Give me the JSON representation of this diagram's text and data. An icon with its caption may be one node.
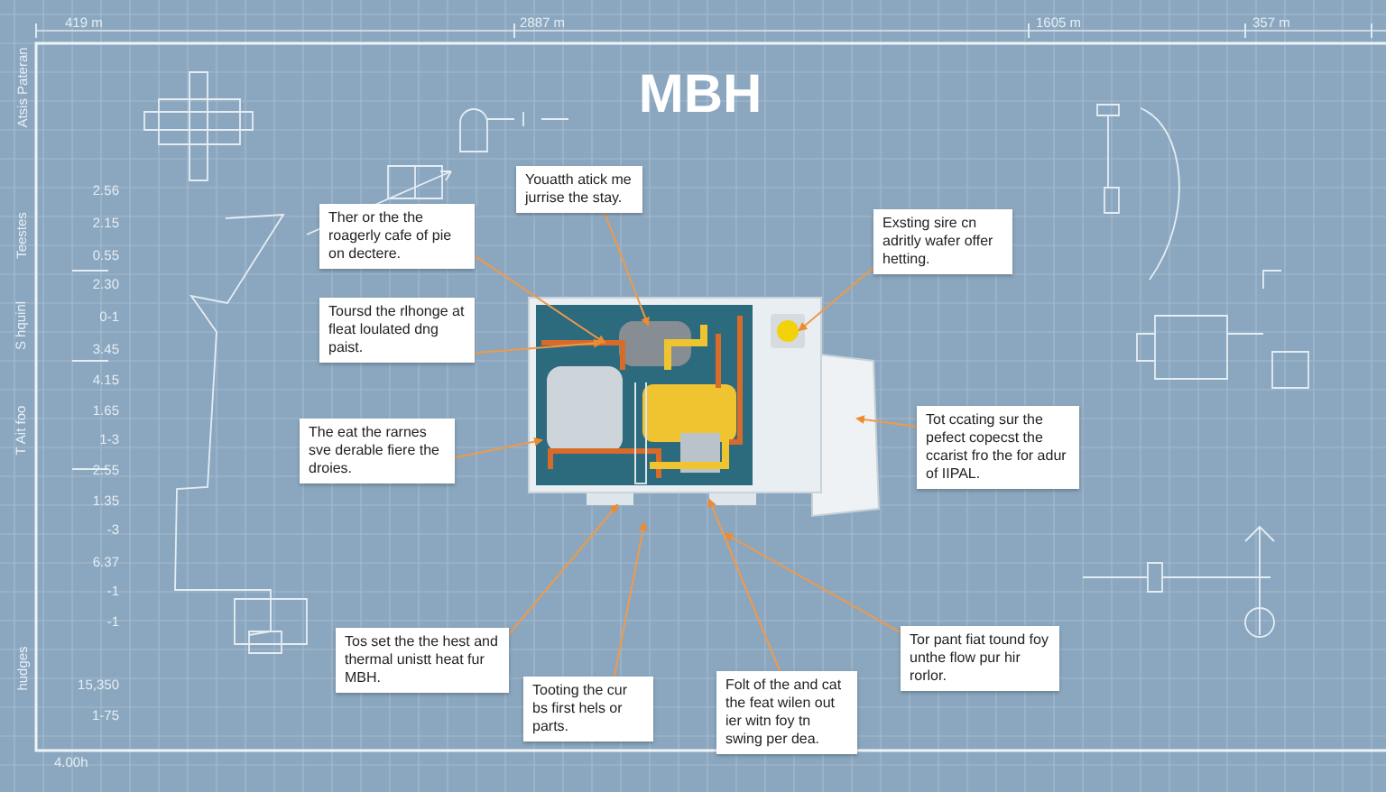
{
  "diagram": {
    "title": "MBH",
    "nodes": [
      {
        "text": [
          "Ther or the the roagerly cafe of pie on dectere."
        ]
      },
      {
        "text": [
          "Youatth atick me jurrise the stay."
        ]
      },
      {
        "text": [
          "Toursd the rlhonge at fleat loulated dng paist."
        ]
      },
      {
        "text": [
          "The eat the rarnes sve derable fiere the droies."
        ]
      },
      {
        "text": [
          "Exsting sire cn adritly wafer offer hetting."
        ]
      },
      {
        "text": [
          "Tot ccating sur the pefect copecst the ccarist fro the for adur of IIPAL."
        ]
      },
      {
        "text": [
          "Tos set the the hest and thermal unistt heat fur MBH."
        ]
      },
      {
        "text": [
          "Tooting the cur bs first hels or parts."
        ]
      },
      {
        "text": [
          "Folt of the and cat the feat wilen out ier witn foy tn swing per dea."
        ]
      },
      {
        "text": [
          "Tor pant fiat tound foy unthe flow pur hir rorlor."
        ]
      },
      {
        "text": [],
        "shape": "picture"
      }
    ],
    "edges": [
      {
        "from": 0,
        "to": 10,
        "arrow": "to"
      },
      {
        "from": 1,
        "to": 10,
        "arrow": "to"
      },
      {
        "from": 2,
        "to": 10,
        "arrow": "to"
      },
      {
        "from": 3,
        "to": 10,
        "arrow": "to"
      },
      {
        "from": 4,
        "to": 10,
        "arrow": "to"
      },
      {
        "from": 5,
        "to": 10,
        "arrow": "to"
      },
      {
        "from": 6,
        "to": 10,
        "arrow": "to"
      },
      {
        "from": 7,
        "to": 10,
        "arrow": "to"
      },
      {
        "from": 8,
        "to": 10,
        "arrow": "to"
      },
      {
        "from": 9,
        "to": 10,
        "arrow": "to"
      }
    ],
    "labels": [
      "419 m",
      "2887 m",
      "1605 m",
      "357 m",
      "Atsis Pateran",
      "Teestes",
      "S hquinl",
      "T Ait foo",
      "hudges",
      "2.56",
      "2.15",
      "0.55",
      "2.30",
      "0-1",
      "3.45",
      "4.15",
      "1.65",
      "1-3",
      "2.55",
      "1.35",
      "-3",
      "6.37",
      "-1",
      "-1",
      "15,350",
      "1-75",
      "4.00h"
    ]
  }
}
